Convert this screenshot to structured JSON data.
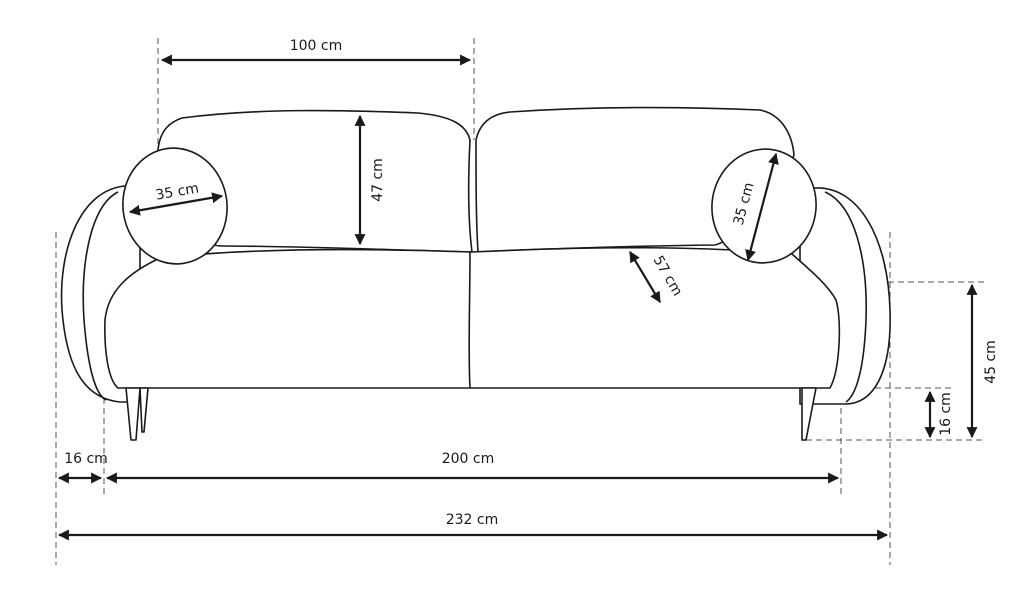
{
  "dimensions": {
    "backrest_width": "100 cm",
    "backrest_height": "47 cm",
    "pillow_left_diameter": "35 cm",
    "pillow_right_diameter": "35 cm",
    "seat_depth": "57 cm",
    "seat_height": "45 cm",
    "leg_height": "16 cm",
    "arm_width": "16 cm",
    "seat_width": "200 cm",
    "total_width": "232 cm"
  }
}
